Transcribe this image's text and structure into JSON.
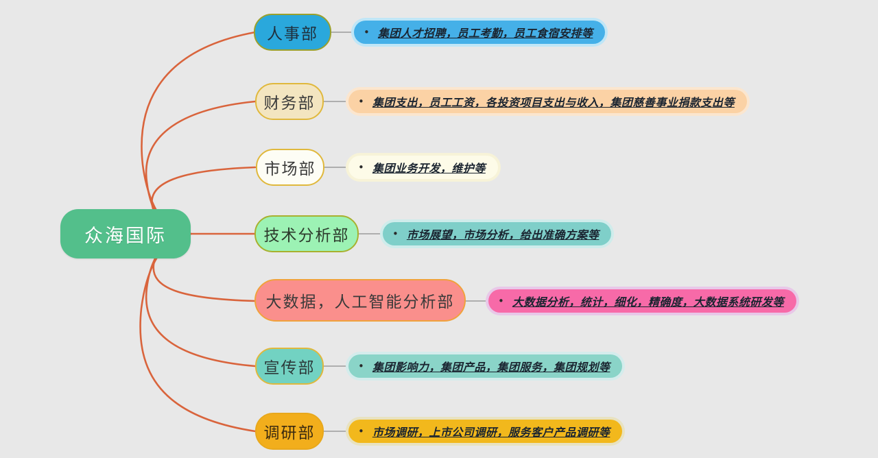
{
  "diagram": {
    "type": "mindmap",
    "background_color": "#e8e8e8",
    "connector_color": "#d9643c",
    "detail_connector_color": "#9a9a9a",
    "root": {
      "label": "众海国际",
      "fill": "#53bf8b",
      "text_color": "#ffffff"
    },
    "branches": [
      {
        "label": "人事部",
        "fill": "#2aa8dc",
        "border": "#9aa02c",
        "text_color": "#20303d",
        "detail": "集团人才招聘，员工考勤，员工食宿安排等",
        "detail_fill": "#45b0e8",
        "detail_halo": "#bfe6f7",
        "bullet": "•"
      },
      {
        "label": "财务部",
        "fill": "#f3e5c0",
        "border": "#e0b83c",
        "text_color": "#3a3a3a",
        "detail": "集团支出，员工工资，各投资项目支出与收入，集团慈善事业捐款支出等",
        "detail_fill": "#fbd2a5",
        "detail_halo": "#fbe6cf",
        "bullet": "•"
      },
      {
        "label": "市场部",
        "fill": "#fdfdf5",
        "border": "#e0b83c",
        "text_color": "#3a3a3a",
        "detail": "集团业务开发，维护等",
        "detail_fill": "#fdfbe8",
        "detail_halo": "#f7f3d8",
        "bullet": "•"
      },
      {
        "label": "技术分析部",
        "fill": "#9cf2b4",
        "border": "#a8b02e",
        "text_color": "#2c3a2c",
        "detail": "市场展望，市场分析，给出准确方案等",
        "detail_fill": "#7fcfc9",
        "detail_halo": "#cfeceb",
        "bullet": "•"
      },
      {
        "label": "大数据，人工智能分析部",
        "fill": "#fa8f8c",
        "border": "#f0a23c",
        "text_color": "#3a3a3a",
        "detail": "大数据分析，统计，细化，精确度，大数据系统研发等",
        "detail_fill": "#f76aa8",
        "detail_halo": "#e8c8e8",
        "bullet": "•"
      },
      {
        "label": "宣传部",
        "fill": "#72d2c2",
        "border": "#e0b83c",
        "text_color": "#2c3a3a",
        "detail": "集团影响力，集团产品，集团服务，集团规划等",
        "detail_fill": "#8ad4c8",
        "detail_halo": "#d4ecec",
        "bullet": "•"
      },
      {
        "label": "调研部",
        "fill": "#f2ae1c",
        "border": "#e8a81c",
        "text_color": "#3a2a10",
        "detail": "市场调研，上市公司调研，服务客户产品调研等",
        "detail_fill": "#f2b81c",
        "detail_halo": "#e8e2c0",
        "bullet": "•"
      }
    ]
  }
}
